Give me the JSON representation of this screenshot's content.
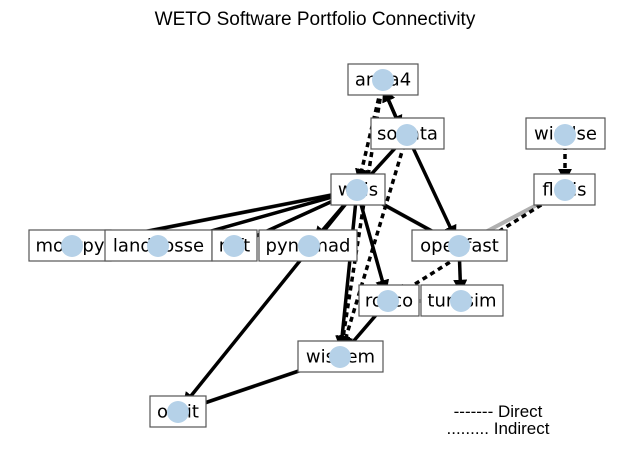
{
  "title": "WETO Software Portfolio Connectivity",
  "colors": {
    "edge": "#000000",
    "edge_muted": "#b0b0b0",
    "node_fill": "#b5d1e8",
    "box_stroke": "#555555"
  },
  "nodes": [
    {
      "id": "anba4",
      "label": "anba4"
    },
    {
      "id": "sonata",
      "label": "sonata"
    },
    {
      "id": "windse",
      "label": "windse"
    },
    {
      "id": "weis",
      "label": "weis"
    },
    {
      "id": "floris",
      "label": "floris"
    },
    {
      "id": "moorpy",
      "label": "moorpy"
    },
    {
      "id": "landbosse",
      "label": "landbosse"
    },
    {
      "id": "raft",
      "label": "raft"
    },
    {
      "id": "pynumad",
      "label": "pynumad"
    },
    {
      "id": "openfast",
      "label": "openfast"
    },
    {
      "id": "rosco",
      "label": "rosco"
    },
    {
      "id": "turbsim",
      "label": "turbsim"
    },
    {
      "id": "wisdem",
      "label": "wisdem"
    },
    {
      "id": "orbit",
      "label": "orbit"
    }
  ],
  "edges": [
    {
      "from": "anba4",
      "to": "sonata",
      "style": "solid"
    },
    {
      "from": "sonata",
      "to": "anba4",
      "style": "solid"
    },
    {
      "from": "sonata",
      "to": "openfast",
      "style": "solid"
    },
    {
      "from": "sonata",
      "to": "weis",
      "style": "solid"
    },
    {
      "from": "anba4",
      "to": "weis",
      "style": "dashed"
    },
    {
      "from": "anba4",
      "to": "wisdem",
      "style": "dashed"
    },
    {
      "from": "sonata",
      "to": "wisdem",
      "style": "dashed"
    },
    {
      "from": "windse",
      "to": "floris",
      "style": "dashed"
    },
    {
      "from": "floris",
      "to": "rosco",
      "style": "dashed"
    },
    {
      "from": "weis",
      "to": "moorpy",
      "style": "solid"
    },
    {
      "from": "weis",
      "to": "landbosse",
      "style": "solid"
    },
    {
      "from": "weis",
      "to": "raft",
      "style": "solid"
    },
    {
      "from": "weis",
      "to": "pynumad",
      "style": "solid"
    },
    {
      "from": "weis",
      "to": "openfast",
      "style": "solid"
    },
    {
      "from": "weis",
      "to": "rosco",
      "style": "solid"
    },
    {
      "from": "weis",
      "to": "wisdem",
      "style": "solid"
    },
    {
      "from": "weis",
      "to": "orbit",
      "style": "solid"
    },
    {
      "from": "openfast",
      "to": "turbsim",
      "style": "solid"
    },
    {
      "from": "rosco",
      "to": "wisdem",
      "style": "solid"
    },
    {
      "from": "wisdem",
      "to": "orbit",
      "style": "solid"
    }
  ],
  "legend": {
    "direct": "------- Direct",
    "indirect": "......... Indirect"
  }
}
